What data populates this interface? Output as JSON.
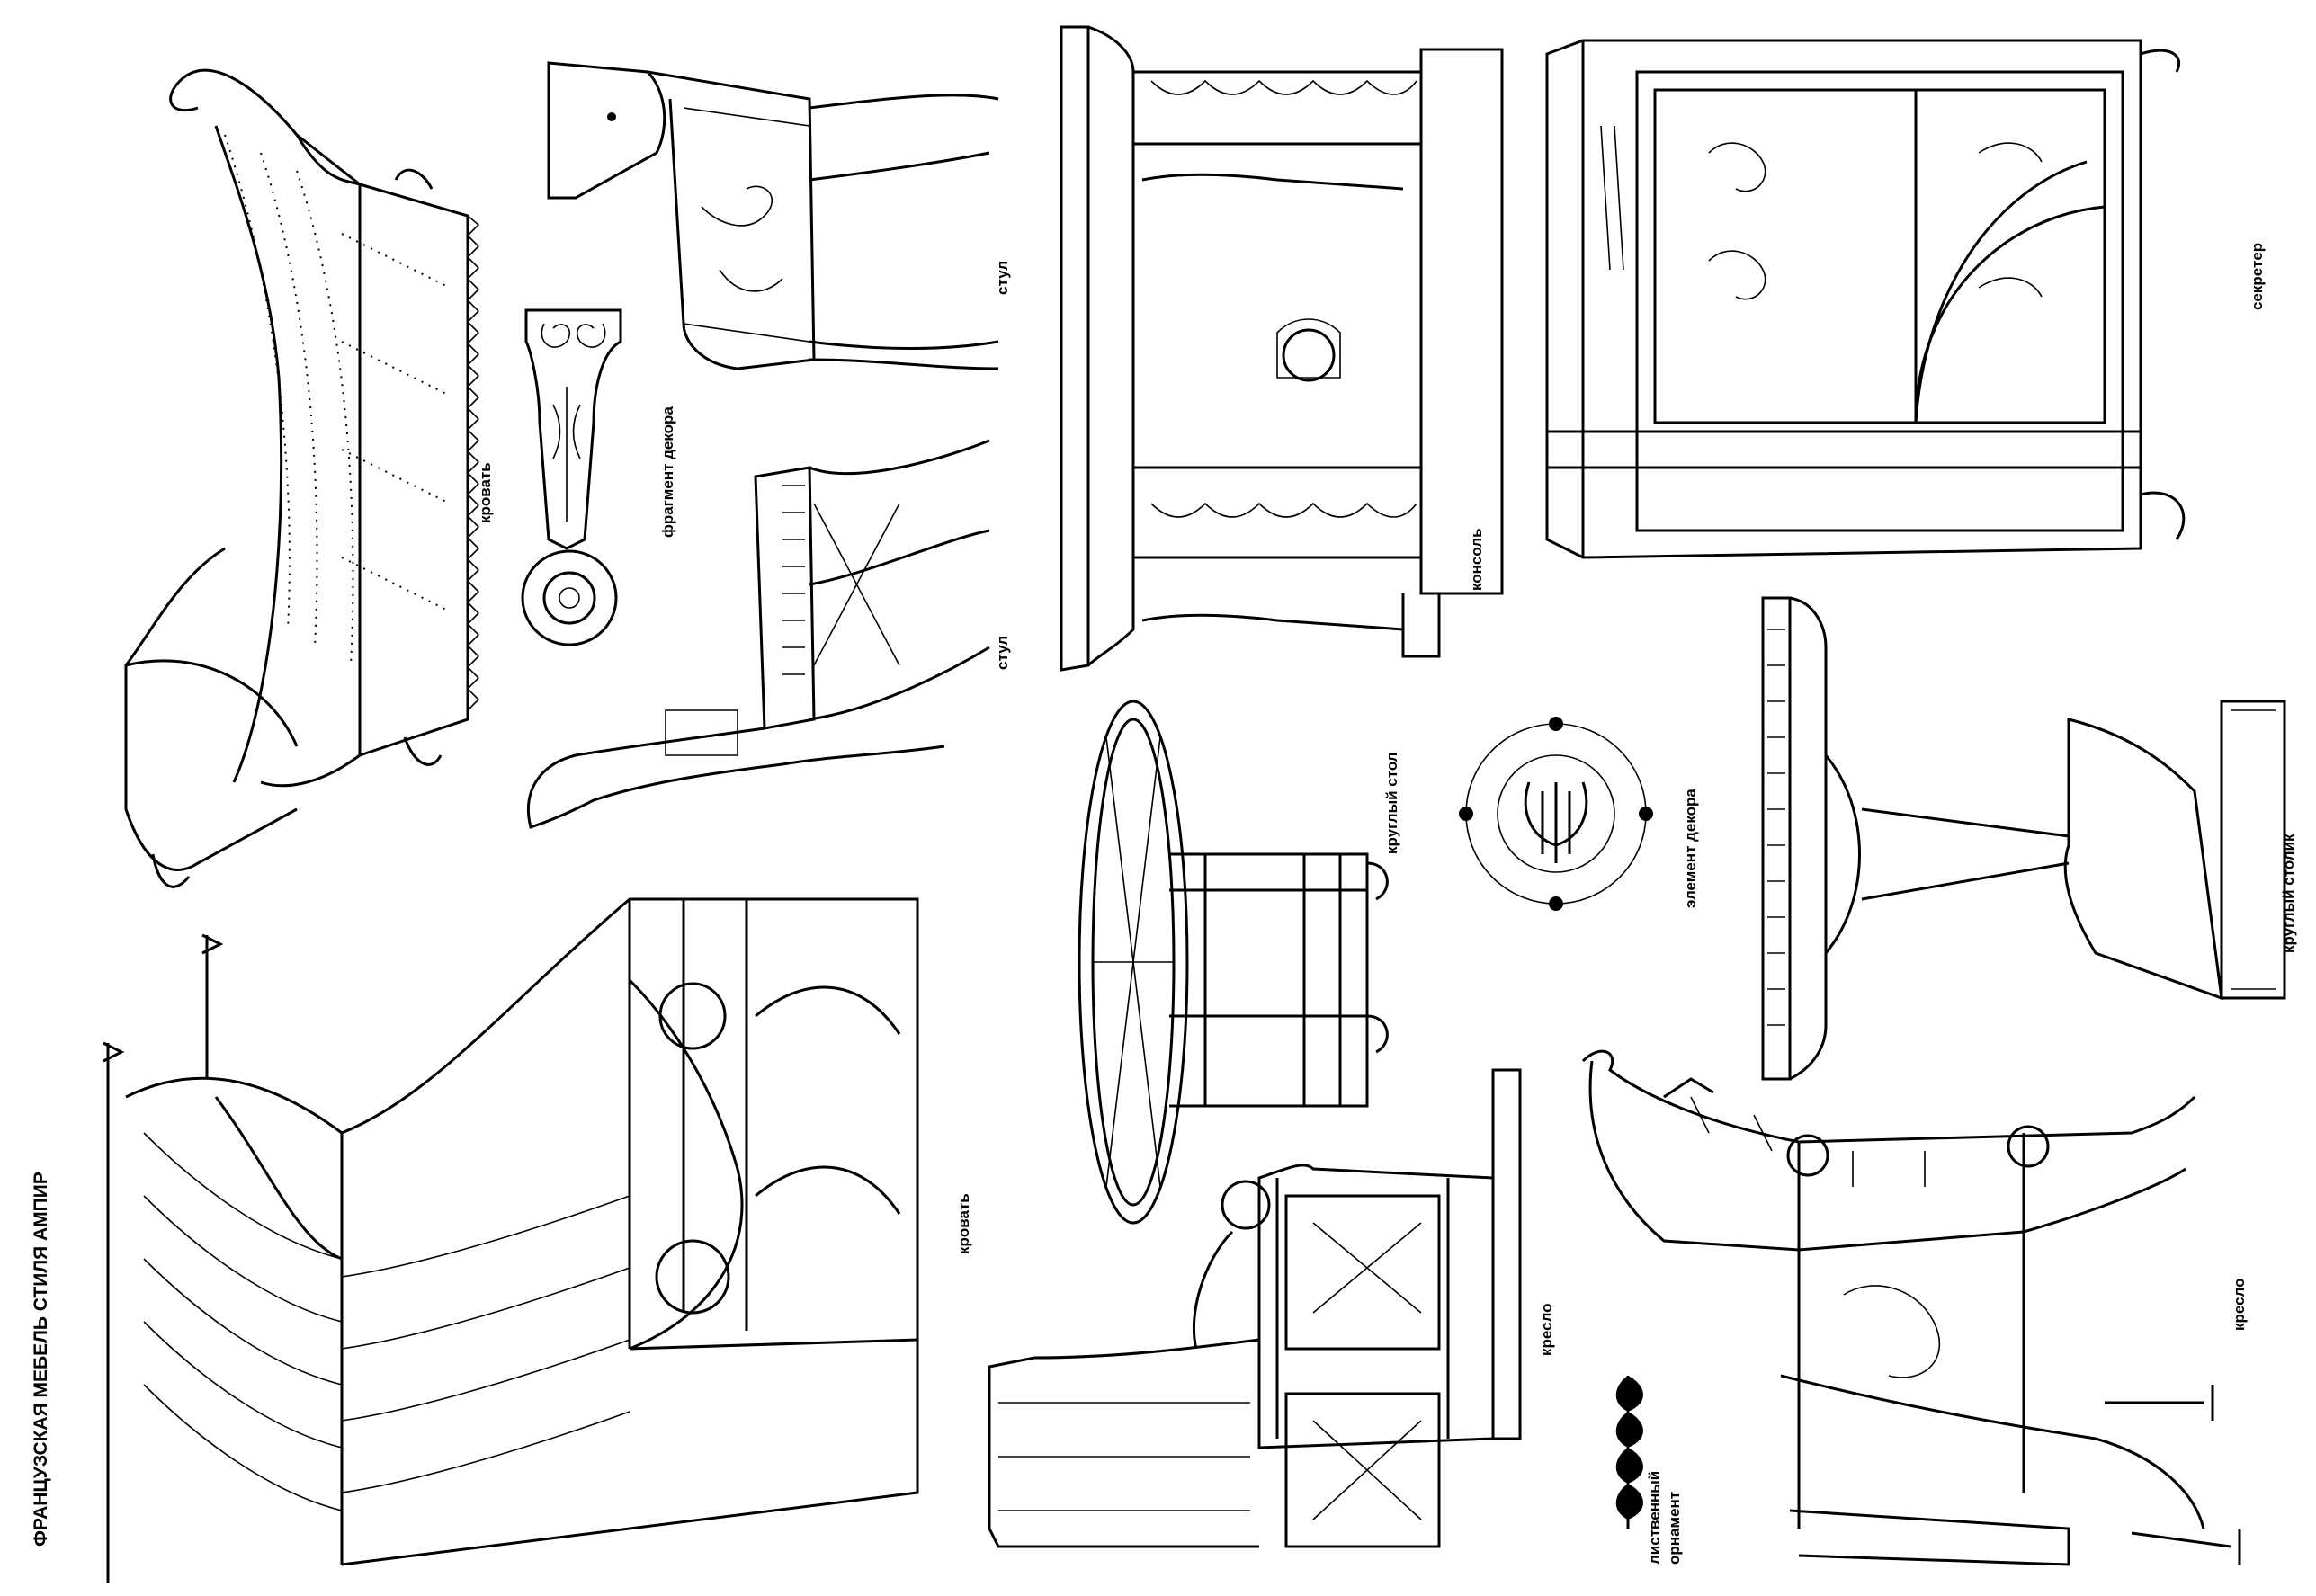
{
  "page_title": "ФРАНЦУЗСКАЯ МЕБЕЛЬ СТИЛЯ АМПИР",
  "labels": {
    "bed_top": "кровать",
    "decor_fragment": "фрагмент декора",
    "chair_top": "стул",
    "chair_bottom": "стул",
    "console": "консоль",
    "secretary": "секретер",
    "canopy_bed": "кровать",
    "round_table": "круглый стол",
    "decor_element": "элемент декора",
    "round_side_table": "круглый столик",
    "armchair_middle": "кресло",
    "leaf_ornament_1": "лиственный",
    "leaf_ornament_2": "орнамент",
    "armchair_right": "кресло"
  },
  "colors": {
    "ink": "#000000",
    "paper": "#ffffff"
  }
}
